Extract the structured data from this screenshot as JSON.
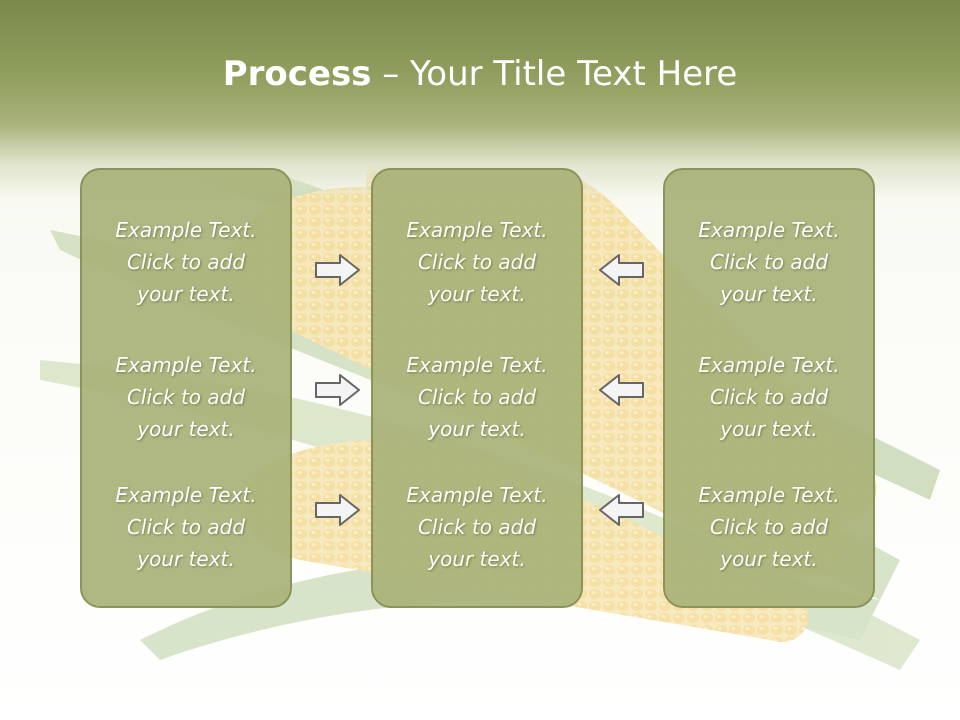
{
  "title": {
    "bold": "Process",
    "rest": " – Your Title Text Here"
  },
  "columns": [
    {
      "blocks": [
        {
          "line1": "Example Text.",
          "line2": "Click  to add",
          "line3": "your text."
        },
        {
          "line1": "Example Text.",
          "line2": "Click  to add",
          "line3": "your text."
        },
        {
          "line1": "Example Text.",
          "line2": "Click  to add",
          "line3": "your text."
        }
      ]
    },
    {
      "blocks": [
        {
          "line1": "Example Text.",
          "line2": "Click  to add",
          "line3": "your text."
        },
        {
          "line1": "Example Text.",
          "line2": "Click  to add",
          "line3": "your text."
        },
        {
          "line1": "Example Text.",
          "line2": "Click  to add",
          "line3": "your text."
        }
      ]
    },
    {
      "blocks": [
        {
          "line1": "Example Text.",
          "line2": "Click  to add",
          "line3": "your text."
        },
        {
          "line1": "Example Text.",
          "line2": "Click  to add",
          "line3": "your text."
        },
        {
          "line1": "Example Text.",
          "line2": "Click  to add",
          "line3": "your text."
        }
      ]
    }
  ],
  "icons": {
    "right_arrows": "arrow-right-icon",
    "left_arrows": "arrow-left-icon"
  },
  "colors": {
    "header": "#7b8a4c",
    "panel_fill": "#aab37a",
    "panel_border": "#848d52",
    "text": "#ffffff"
  }
}
